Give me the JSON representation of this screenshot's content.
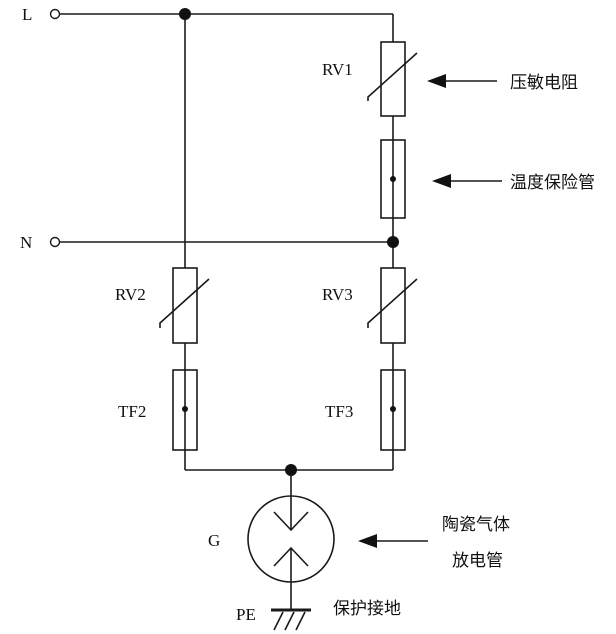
{
  "terminals": {
    "line": "L",
    "neutral": "N",
    "protective_earth": "PE"
  },
  "components": {
    "rv1": "RV1",
    "rv2": "RV2",
    "rv3": "RV3",
    "tf2": "TF2",
    "tf3": "TF3",
    "gdt": "G"
  },
  "annotations": {
    "varistor": "压敏电阻",
    "thermal_fuse": "温度保险管",
    "gdt_line1": "陶瓷气体",
    "gdt_line2": "放电管",
    "earth": "保护接地"
  }
}
